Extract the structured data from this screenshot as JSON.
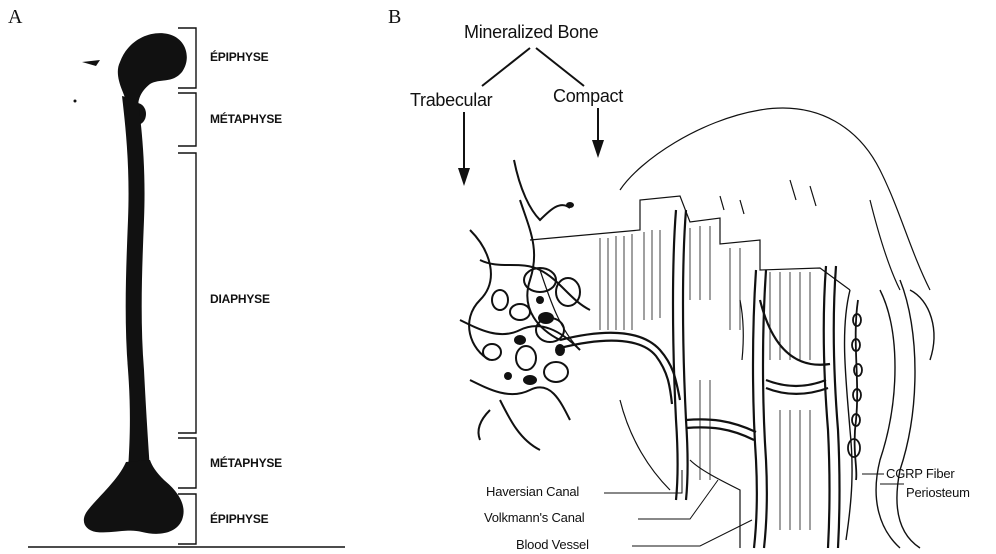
{
  "panel_a": {
    "letter": "A",
    "regions": [
      {
        "key": "epiphyse_top",
        "label": "ÉPIPHYSE"
      },
      {
        "key": "metaphyse_top",
        "label": "MÉTAPHYSE"
      },
      {
        "key": "diaphyse",
        "label": "DIAPHYSE"
      },
      {
        "key": "metaphyse_bottom",
        "label": "MÉTAPHYSE"
      },
      {
        "key": "epiphyse_bottom",
        "label": "ÉPIPHYSE"
      }
    ]
  },
  "panel_b": {
    "letter": "B",
    "root": "Mineralized Bone",
    "branches": [
      "Trabecular",
      "Compact"
    ],
    "callouts": {
      "haversian": "Haversian Canal",
      "volkmann": "Volkmann's Canal",
      "vessel": "Blood Vessel",
      "cgrp": "CGRP Fiber",
      "periosteum": "Periosteum"
    }
  }
}
